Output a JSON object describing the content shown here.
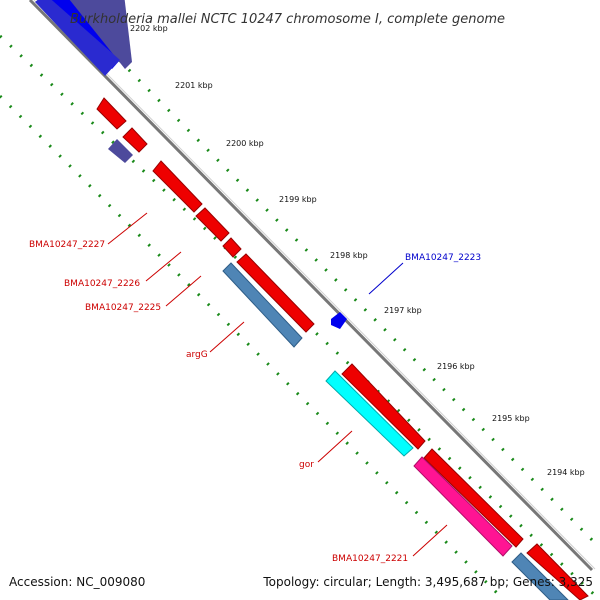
{
  "title": "Burkholderia mallei NCTC 10247 chromosome I, complete genome",
  "accession": "Accession: NC_009080",
  "summary": "Topology: circular; Length: 3,495,687 bp; Genes: 3,325",
  "ticks": [
    "2202 kbp",
    "2201 kbp",
    "2200 kbp",
    "2199 kbp",
    "2198 kbp",
    "2197 kbp",
    "2196 kbp",
    "2195 kbp",
    "2194 kbp"
  ],
  "gene_labels": [
    {
      "text": "BMA10247_2227",
      "color": "#cc0000"
    },
    {
      "text": "BMA10247_2226",
      "color": "#cc0000"
    },
    {
      "text": "BMA10247_2225",
      "color": "#cc0000"
    },
    {
      "text": "argG",
      "color": "#cc0000"
    },
    {
      "text": "BMA10247_2223",
      "color": "#0000cc"
    },
    {
      "text": "gor",
      "color": "#cc0000"
    },
    {
      "text": "BMA10247_2221",
      "color": "#cc0000"
    }
  ],
  "colors": {
    "backbone": "#888888",
    "dots": "#007700",
    "forward_cds": "#ff0000",
    "reverse_cds_blue": "#0000ee",
    "reverse_cds_purple": "#4d4a9c",
    "steel": "#4f85b5",
    "cyan": "#00ffff",
    "magenta": "#ff1493"
  }
}
